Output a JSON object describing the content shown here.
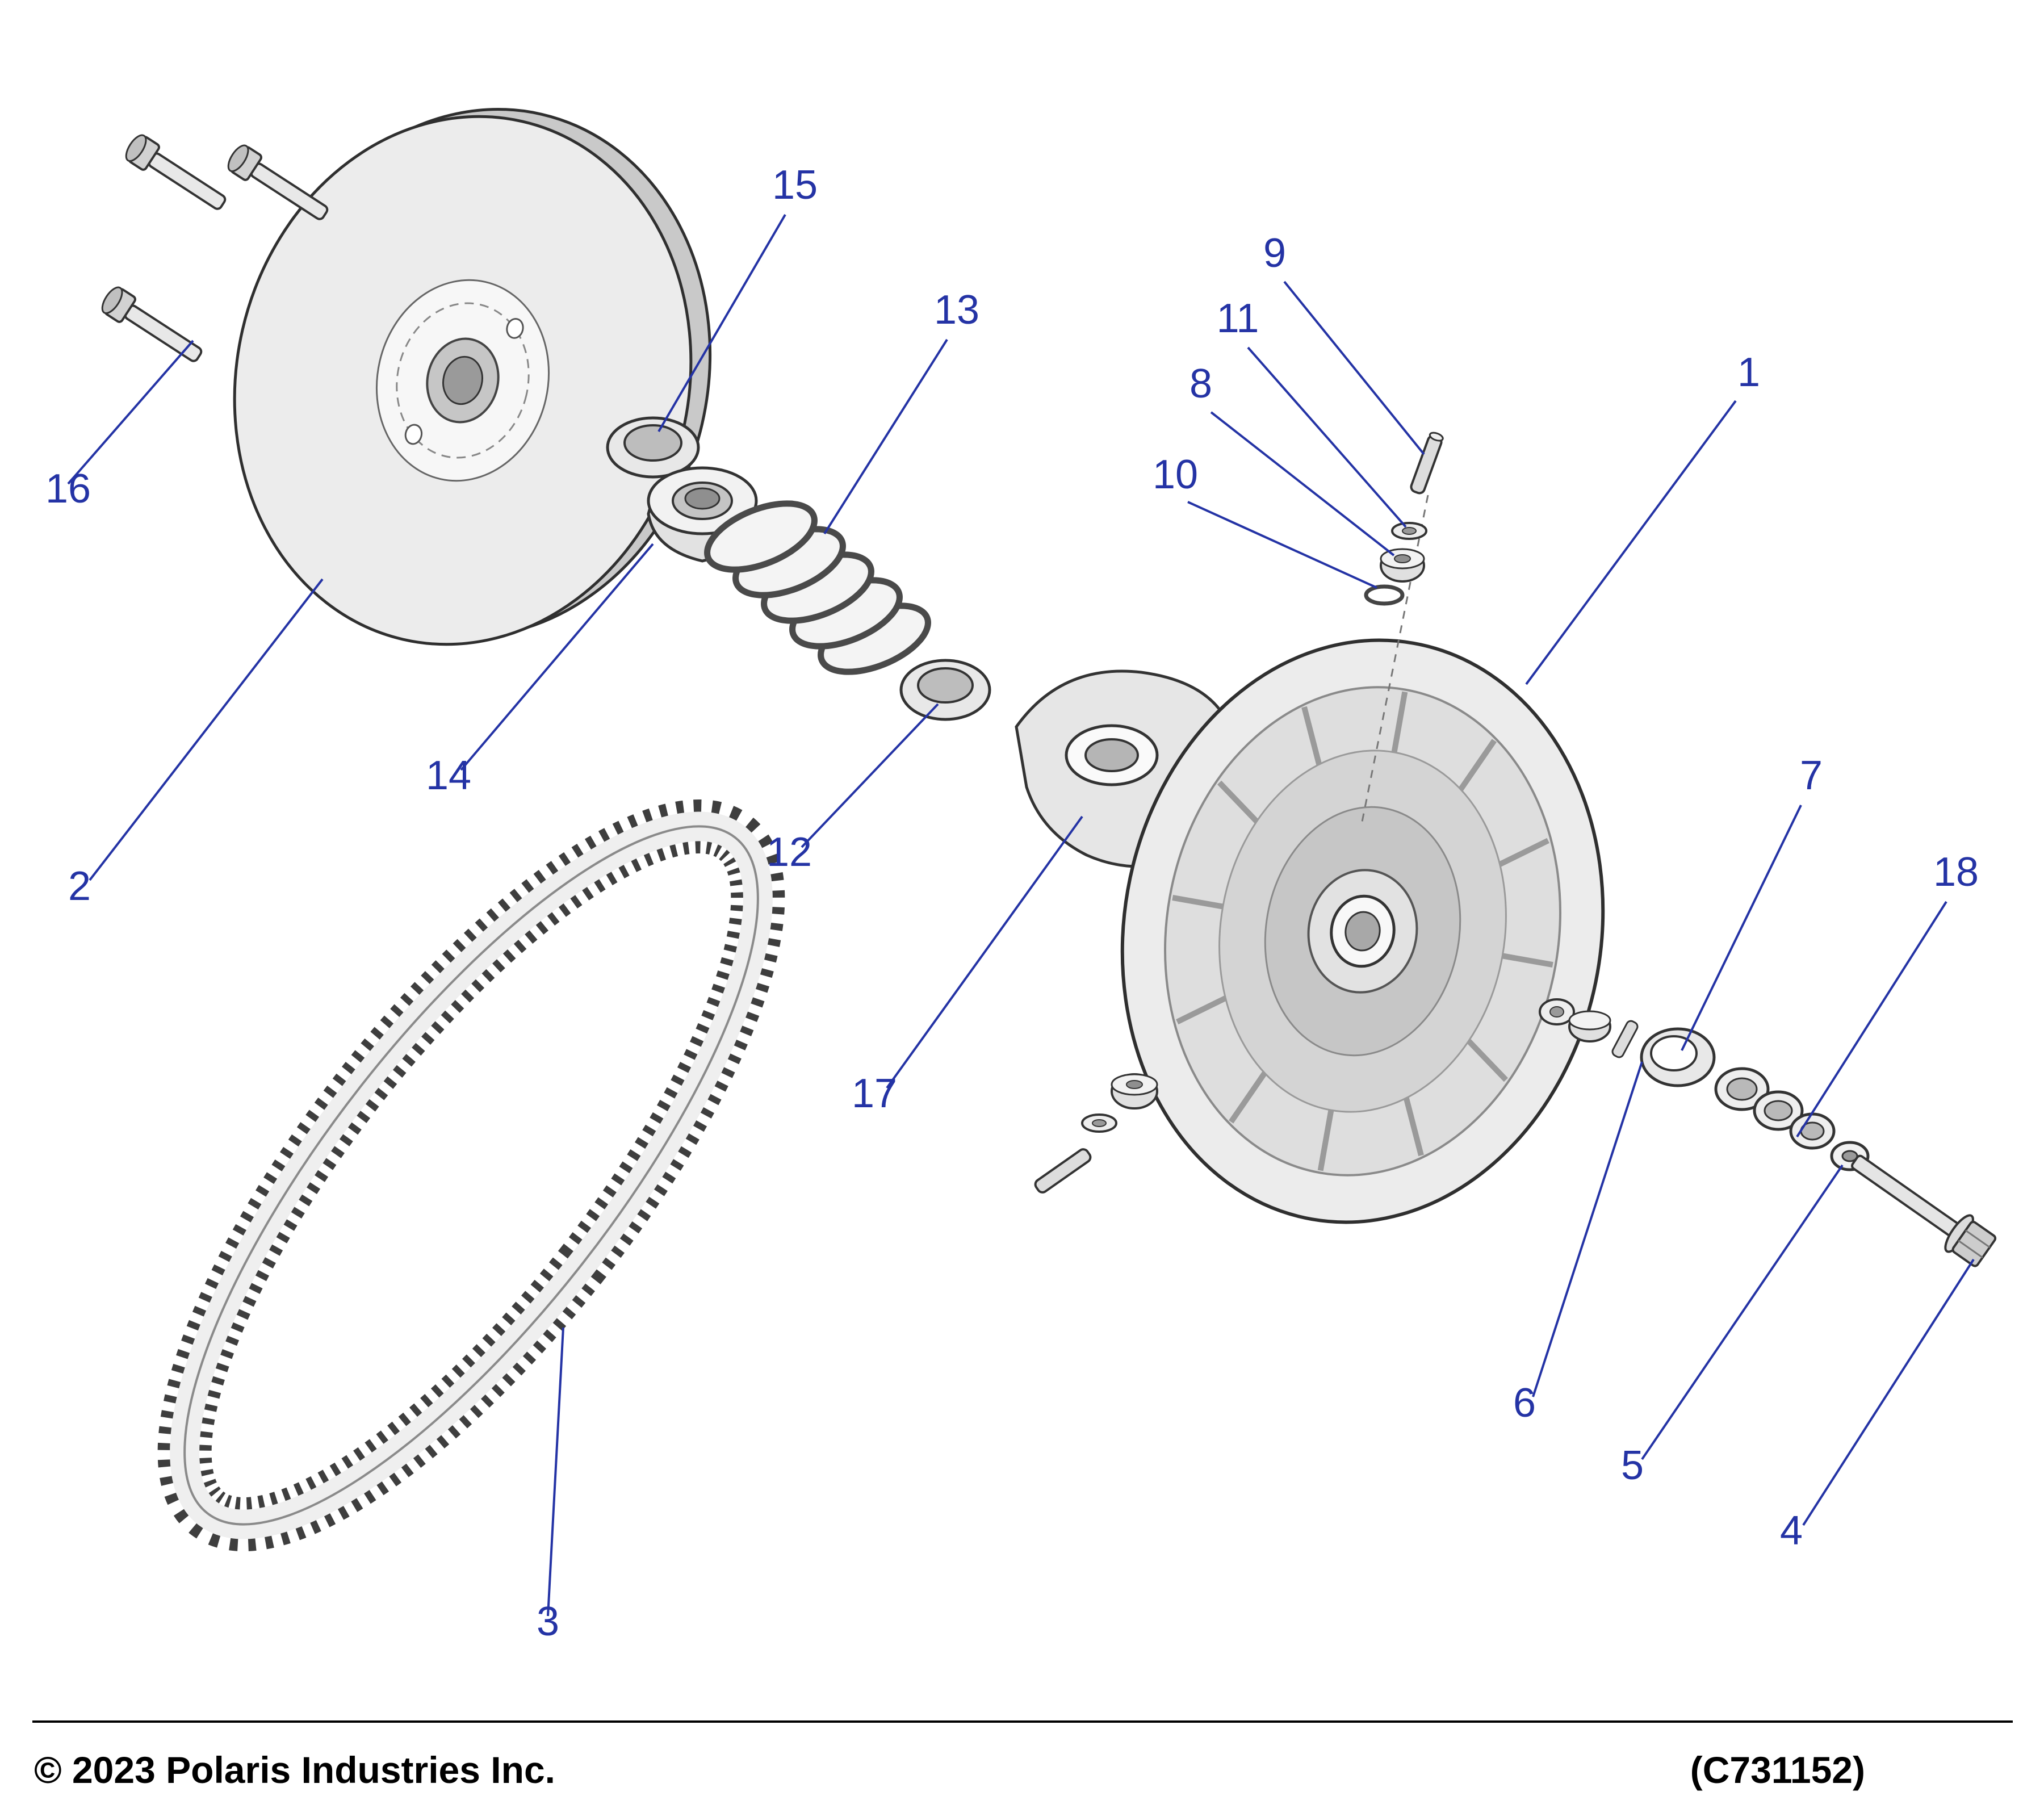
{
  "diagram": {
    "colors": {
      "callout_blue": "#2433a5",
      "outline": "#333333",
      "background": "#ffffff"
    },
    "callouts": [
      {
        "num": "1"
      },
      {
        "num": "2"
      },
      {
        "num": "3"
      },
      {
        "num": "4"
      },
      {
        "num": "5"
      },
      {
        "num": "6"
      },
      {
        "num": "7"
      },
      {
        "num": "8"
      },
      {
        "num": "9"
      },
      {
        "num": "10"
      },
      {
        "num": "11"
      },
      {
        "num": "12"
      },
      {
        "num": "13"
      },
      {
        "num": "14"
      },
      {
        "num": "15"
      },
      {
        "num": "16"
      },
      {
        "num": "17"
      },
      {
        "num": "18"
      }
    ],
    "footer": {
      "copyright": "© 2023 Polaris Industries Inc.",
      "drawing_code": "(C731152)"
    }
  }
}
